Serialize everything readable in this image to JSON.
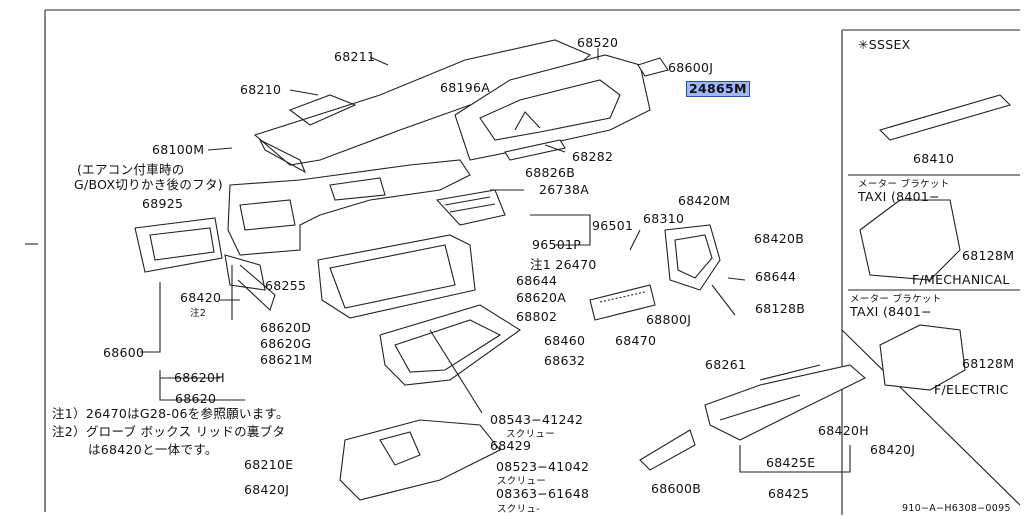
{
  "diagram": {
    "parts": [
      {
        "id": "68211",
        "label": "68211"
      },
      {
        "id": "68520",
        "label": "68520"
      },
      {
        "id": "68600J_top",
        "label": "68600J"
      },
      {
        "id": "24865M",
        "label": "24865M",
        "highlight": true
      },
      {
        "id": "68210",
        "label": "68210"
      },
      {
        "id": "68196A",
        "label": "68196A"
      },
      {
        "id": "68100M",
        "label": "68100M"
      },
      {
        "id": "68282",
        "label": "68282"
      },
      {
        "id": "68826B",
        "label": "68826B"
      },
      {
        "id": "26738A",
        "label": "26738A"
      },
      {
        "id": "68925",
        "label": "68925"
      },
      {
        "id": "96501",
        "label": "96501"
      },
      {
        "id": "96501P",
        "label": "96501P"
      },
      {
        "id": "68310",
        "label": "68310"
      },
      {
        "id": "68420M",
        "label": "68420M"
      },
      {
        "id": "68420B",
        "label": "68420B"
      },
      {
        "id": "n26470",
        "label": "注1 26470"
      },
      {
        "id": "68644a",
        "label": "68644"
      },
      {
        "id": "68644b",
        "label": "68644"
      },
      {
        "id": "68255",
        "label": "68255"
      },
      {
        "id": "68420",
        "label": "68420"
      },
      {
        "id": "note2",
        "label": "注2"
      },
      {
        "id": "68620A",
        "label": "68620A"
      },
      {
        "id": "68128B",
        "label": "68128B"
      },
      {
        "id": "68802",
        "label": "68802"
      },
      {
        "id": "68800J",
        "label": "68800J"
      },
      {
        "id": "68620D",
        "label": "68620D"
      },
      {
        "id": "68620G",
        "label": "68620G"
      },
      {
        "id": "68621M",
        "label": "68621M"
      },
      {
        "id": "68460",
        "label": "68460"
      },
      {
        "id": "68470",
        "label": "68470"
      },
      {
        "id": "68600",
        "label": "68600"
      },
      {
        "id": "68632",
        "label": "68632"
      },
      {
        "id": "68620H",
        "label": "68620H"
      },
      {
        "id": "68261",
        "label": "68261"
      },
      {
        "id": "68620",
        "label": "68620"
      },
      {
        "id": "08543",
        "label": "08543−41242"
      },
      {
        "id": "screw1",
        "label": "スクリュー"
      },
      {
        "id": "68429",
        "label": "68429"
      },
      {
        "id": "68420H",
        "label": "68420H"
      },
      {
        "id": "68420J_r",
        "label": "68420J"
      },
      {
        "id": "68210E",
        "label": "68210E"
      },
      {
        "id": "08523",
        "label": "08523−41042"
      },
      {
        "id": "screw2",
        "label": "スクリュー"
      },
      {
        "id": "68425E",
        "label": "68425E"
      },
      {
        "id": "68420J_b",
        "label": "68420J"
      },
      {
        "id": "08363",
        "label": "08363−61648"
      },
      {
        "id": "screw3",
        "label": "スクリュ-"
      },
      {
        "id": "68600B",
        "label": "68600B"
      },
      {
        "id": "68425",
        "label": "68425"
      },
      {
        "id": "ssex",
        "label": "✳SSSEX"
      },
      {
        "id": "68410",
        "label": "68410"
      },
      {
        "id": "bracket1",
        "label": "メーター ブラケット"
      },
      {
        "id": "taxi1",
        "label": "TAXI (8401−"
      },
      {
        "id": "68128M_1",
        "label": "68128M"
      },
      {
        "id": "fmech",
        "label": "F/MECHANICAL"
      },
      {
        "id": "bracket2",
        "label": "メーター ブラケット"
      },
      {
        "id": "taxi2",
        "label": "TAXI (8401−"
      },
      {
        "id": "68128M_2",
        "label": "68128M"
      },
      {
        "id": "felec",
        "label": "F/ELECTRIC"
      }
    ],
    "notes": {
      "aircon1": "(エアコン付車時の",
      "aircon2": "G/BOX切りかき後のフタ)",
      "n1": "注1）26470はG28-06を参照願います。",
      "n2a": "注2）グローブ ボックス リッドの裏ブタ",
      "n2b": "は68420と一体です。"
    },
    "figure_code": "910−A−H6308−0095",
    "colors": {
      "line": "#222222",
      "highlight_bg": "#9fb9f0",
      "highlight_border": "#2c4fa8"
    }
  }
}
